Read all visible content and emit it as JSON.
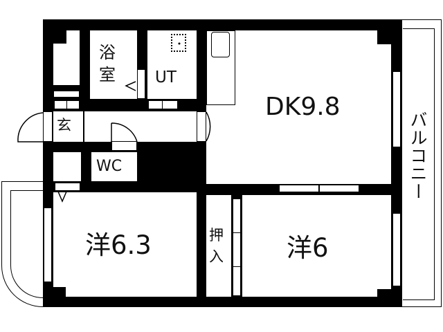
{
  "plan": {
    "rooms": {
      "bath": {
        "label_line1": "浴",
        "label_line2": "室"
      },
      "utility": {
        "label": "UT"
      },
      "entrance": {
        "label": "玄"
      },
      "toilet": {
        "label": "WC"
      },
      "dining_kitchen": {
        "label": "DK9.8"
      },
      "western_left": {
        "label": "洋6.3"
      },
      "western_right": {
        "label": "洋6"
      },
      "closet": {
        "label_line1": "押",
        "label_line2": "入"
      },
      "balcony": {
        "label": "バルコニー"
      }
    },
    "colors": {
      "wall": "#000000",
      "background": "#ffffff",
      "text": "#111111"
    }
  }
}
